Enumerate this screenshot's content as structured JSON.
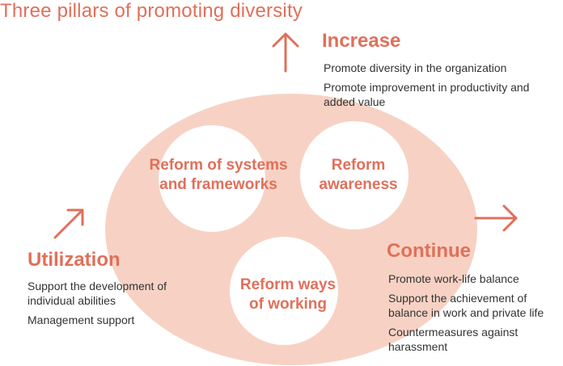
{
  "title": "Three pillars of promoting diversity",
  "colors": {
    "accent": "#e0705a",
    "ellipse_fill": "#f7d2c4",
    "circle_fill": "#ffffff",
    "body_text": "#333333"
  },
  "circles": [
    {
      "label": "Reform of systems and frameworks"
    },
    {
      "label": "Reform awareness"
    },
    {
      "label": "Reform ways of working"
    }
  ],
  "pillars": {
    "increase": {
      "heading": "Increase",
      "arrow_icon": "arrow-up-icon",
      "items": [
        "Promote diversity in the organization",
        "Promote improvement in productivity and added value"
      ]
    },
    "continue": {
      "heading": "Continue",
      "arrow_icon": "arrow-right-icon",
      "items": [
        "Promote work-life balance",
        "Support the achievement of balance in work and private life",
        "Countermeasures against harassment"
      ]
    },
    "utilization": {
      "heading": "Utilization",
      "arrow_icon": "arrow-up-right-icon",
      "items": [
        "Support the development of individual abilities",
        "Management support"
      ]
    }
  }
}
